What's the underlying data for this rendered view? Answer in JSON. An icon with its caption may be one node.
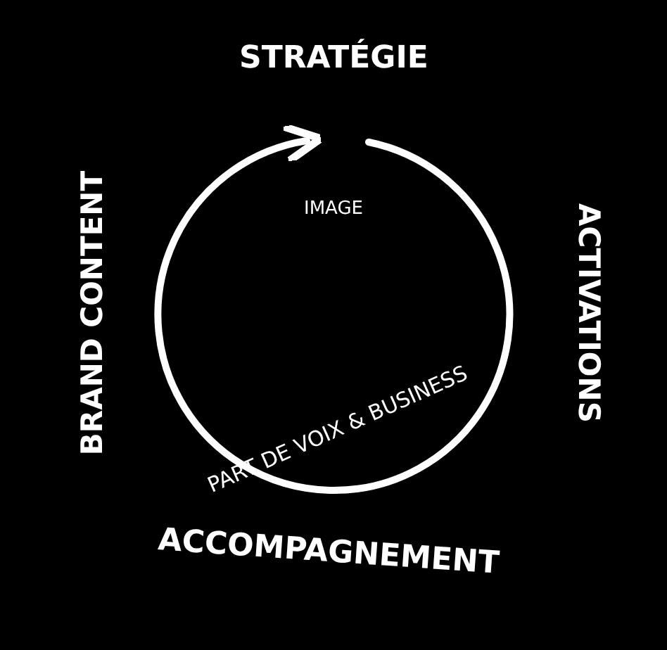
{
  "diagram": {
    "labels": [
      "STRATÉGIE",
      "BRAND CONTENT",
      "IMAGE",
      "ACTIVATIONS",
      "PART DE VOIX & BUSINESS",
      "ACCOMPAGNEMENT"
    ]
  }
}
